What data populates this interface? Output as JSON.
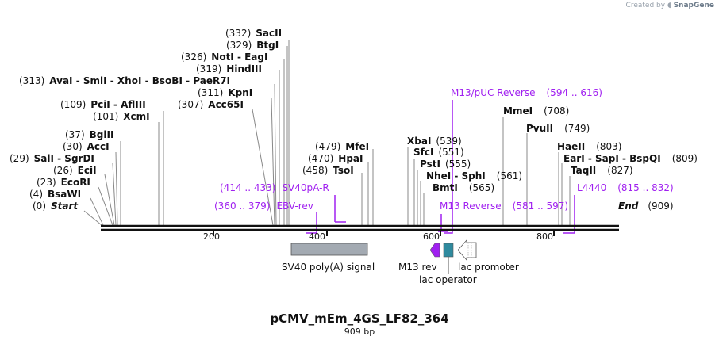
{
  "watermark": {
    "prefix": "Created by",
    "brand": "SnapGene"
  },
  "map": {
    "name": "pCMV_mEm_4GS_LF82_364",
    "length_label": "909 bp",
    "length": 909,
    "start_label": "Start",
    "start_pos": "(0)",
    "end_label": "End",
    "end_pos": "(909)",
    "ticks": [
      "200",
      "400",
      "600",
      "800"
    ]
  },
  "sites": [
    {
      "pos": "(332)",
      "name": "SacII"
    },
    {
      "pos": "(329)",
      "name": "BtgI"
    },
    {
      "pos": "(326)",
      "name": "NotI - EagI"
    },
    {
      "pos": "(319)",
      "name": "HindIII"
    },
    {
      "pos": "(313)",
      "name": "AvaI - SmlI - XhoI - BsoBI - PaeR7I"
    },
    {
      "pos": "(311)",
      "name": "KpnI"
    },
    {
      "pos": "(109)",
      "name": "PciI - AflIII"
    },
    {
      "pos": "(307)",
      "name": "Acc65I"
    },
    {
      "pos": "(101)",
      "name": "XcmI"
    },
    {
      "pos": "(37)",
      "name": "BglII"
    },
    {
      "pos": "(30)",
      "name": "AccI"
    },
    {
      "pos": "(29)",
      "name": "SalI - SgrDI"
    },
    {
      "pos": "(26)",
      "name": "EciI"
    },
    {
      "pos": "(23)",
      "name": "EcoRI"
    },
    {
      "pos": "(4)",
      "name": "BsaWI"
    },
    {
      "pos": "(479)",
      "name": "MfeI"
    },
    {
      "pos": "(470)",
      "name": "HpaI"
    },
    {
      "pos": "(458)",
      "name": "TsoI"
    },
    {
      "pos": "(539)",
      "name": "XbaI"
    },
    {
      "pos": "(551)",
      "name": "SfcI"
    },
    {
      "pos": "(555)",
      "name": "PstI"
    },
    {
      "pos": "(561)",
      "name": "NheI - SphI"
    },
    {
      "pos": "(565)",
      "name": "BmtI"
    },
    {
      "pos": "(708)",
      "name": "MmeI"
    },
    {
      "pos": "(749)",
      "name": "PvuII"
    },
    {
      "pos": "(803)",
      "name": "HaeII"
    },
    {
      "pos": "(809)",
      "name": "EarI - SapI - BspQI"
    },
    {
      "pos": "(827)",
      "name": "TaqII"
    }
  ],
  "primers": [
    {
      "name": "M13/pUC Reverse",
      "range": "(594 .. 616)"
    },
    {
      "name": "SV40pA-R",
      "range": "(414 .. 433)"
    },
    {
      "name": "EBV-rev",
      "range": "(360 .. 379)"
    },
    {
      "name": "M13 Reverse",
      "range": "(581 .. 597)"
    },
    {
      "name": "L4440",
      "range": "(815 .. 832)"
    }
  ],
  "features": [
    {
      "name": "SV40 poly(A) signal",
      "color": "#a3aab2"
    },
    {
      "name": "M13 rev",
      "color": "#a020f0"
    },
    {
      "name": "lac operator",
      "color": "#2f8a9e"
    },
    {
      "name": "lac promoter",
      "color": "#ffffff"
    }
  ],
  "colors": {
    "primer": "#a020f0",
    "backbone": "#111111",
    "site_line": "#888888"
  }
}
